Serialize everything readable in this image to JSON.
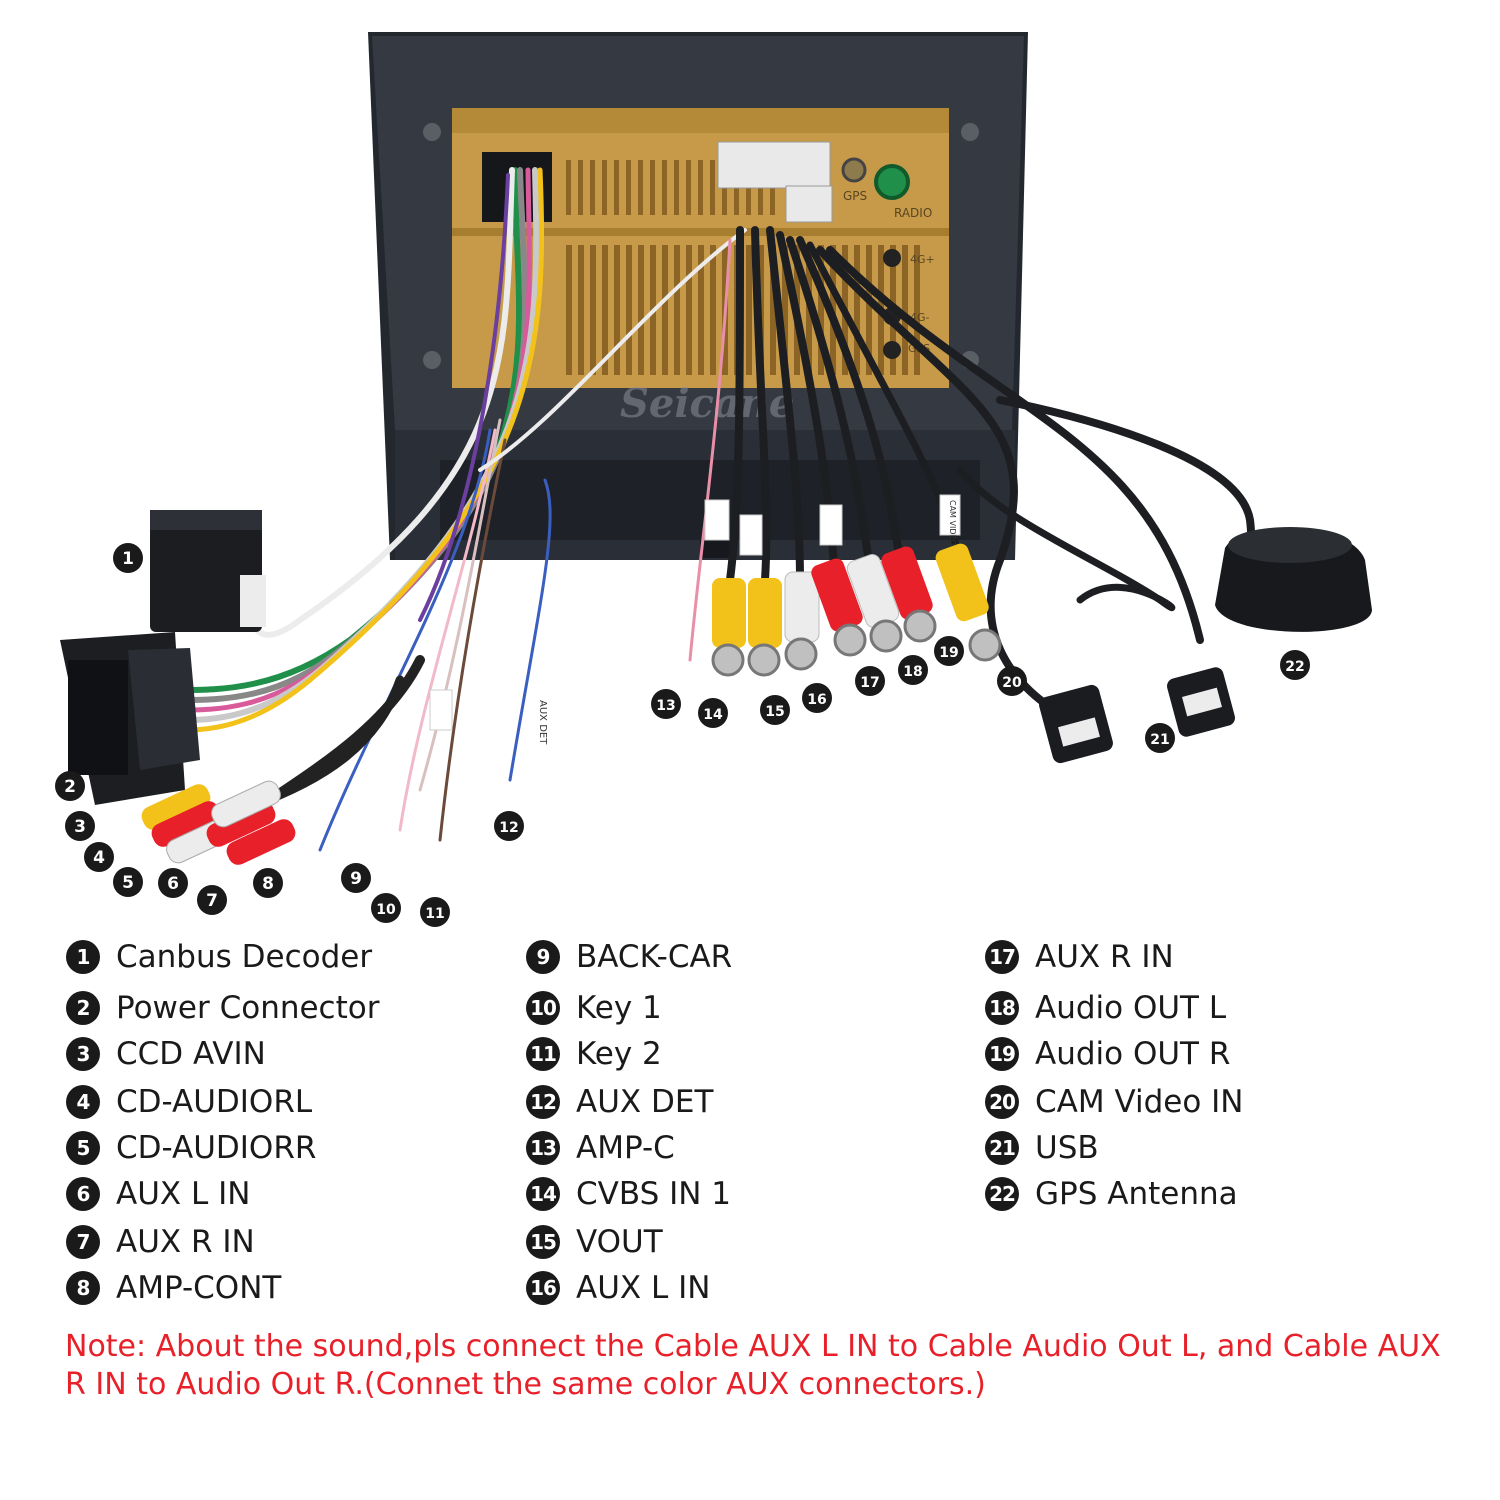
{
  "watermark": "Seicane",
  "unit_labels": {
    "gps": "GPS",
    "radio": "RADIO",
    "band_4g_1": "4G+",
    "band_4g_2": "4G-",
    "gps_bottom": "GPS"
  },
  "tags": {
    "aux_det": "AUX DET",
    "cam_video": "CAM VIDEO"
  },
  "legend": [
    {
      "num": "1",
      "label": "Canbus Decoder"
    },
    {
      "num": "2",
      "label": "Power Connector"
    },
    {
      "num": "3",
      "label": "CCD AVIN"
    },
    {
      "num": "4",
      "label": "CD-AUDIORL"
    },
    {
      "num": "5",
      "label": "CD-AUDIORR"
    },
    {
      "num": "6",
      "label": "AUX L IN"
    },
    {
      "num": "7",
      "label": "AUX R IN"
    },
    {
      "num": "8",
      "label": "AMP-CONT"
    },
    {
      "num": "9",
      "label": "BACK-CAR"
    },
    {
      "num": "10",
      "label": "Key 1"
    },
    {
      "num": "11",
      "label": "Key 2"
    },
    {
      "num": "12",
      "label": "AUX DET"
    },
    {
      "num": "13",
      "label": "AMP-C"
    },
    {
      "num": "14",
      "label": "CVBS IN 1"
    },
    {
      "num": "15",
      "label": "VOUT"
    },
    {
      "num": "16",
      "label": "AUX L IN"
    },
    {
      "num": "17",
      "label": "AUX R IN"
    },
    {
      "num": "18",
      "label": "Audio OUT L"
    },
    {
      "num": "19",
      "label": "Audio OUT R"
    },
    {
      "num": "20",
      "label": "CAM Video IN"
    },
    {
      "num": "21",
      "label": "USB"
    },
    {
      "num": "22",
      "label": "GPS Antenna"
    }
  ],
  "note": "Note: About the sound,pls connect the Cable AUX L IN to Cable Audio Out L, and Cable AUX R IN to  Audio Out R.(Connet the same color AUX connectors.)",
  "colors": {
    "housing": "#2a2e36",
    "chassis": "#c79a4a",
    "rca_yellow": "#f2c21a",
    "rca_red": "#e8202a",
    "rca_white": "#ececec",
    "callout": "#1a1a1a",
    "note": "#e8202a"
  }
}
